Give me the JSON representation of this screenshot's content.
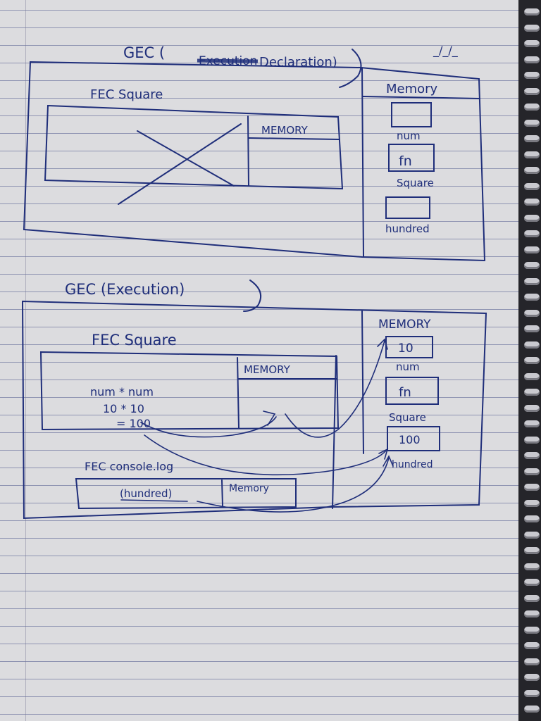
{
  "page": {
    "date_field": "_/_/_"
  },
  "declaration": {
    "title": "GEC (",
    "title_struck": "Execution",
    "title_rest": "Declaration)",
    "fec_label": "FEC Square",
    "inner_memory_label": "MEMORY",
    "global_memory": {
      "label": "Memory",
      "slots": [
        {
          "value": "",
          "name": "num"
        },
        {
          "value": "fn",
          "name": "Square"
        },
        {
          "value": "",
          "name": "hundred"
        }
      ]
    }
  },
  "execution": {
    "title": "GEC (Execution)",
    "fec_label": "FEC Square",
    "inner_memory_label": "MEMORY",
    "code_lines": [
      "num * num",
      "10 * 10",
      "= 100"
    ],
    "global_memory": {
      "label": "MEMORY",
      "slots": [
        {
          "value": "10",
          "name": "num"
        },
        {
          "value": "fn",
          "name": "Square"
        },
        {
          "value": "100",
          "name": "hundred"
        }
      ]
    },
    "console": {
      "label": "FEC console.log",
      "arg": "(hundred)",
      "memory_label": "Memory"
    }
  },
  "colors": {
    "ink": "#1f2e7a",
    "paper": "#dcdcdf"
  }
}
